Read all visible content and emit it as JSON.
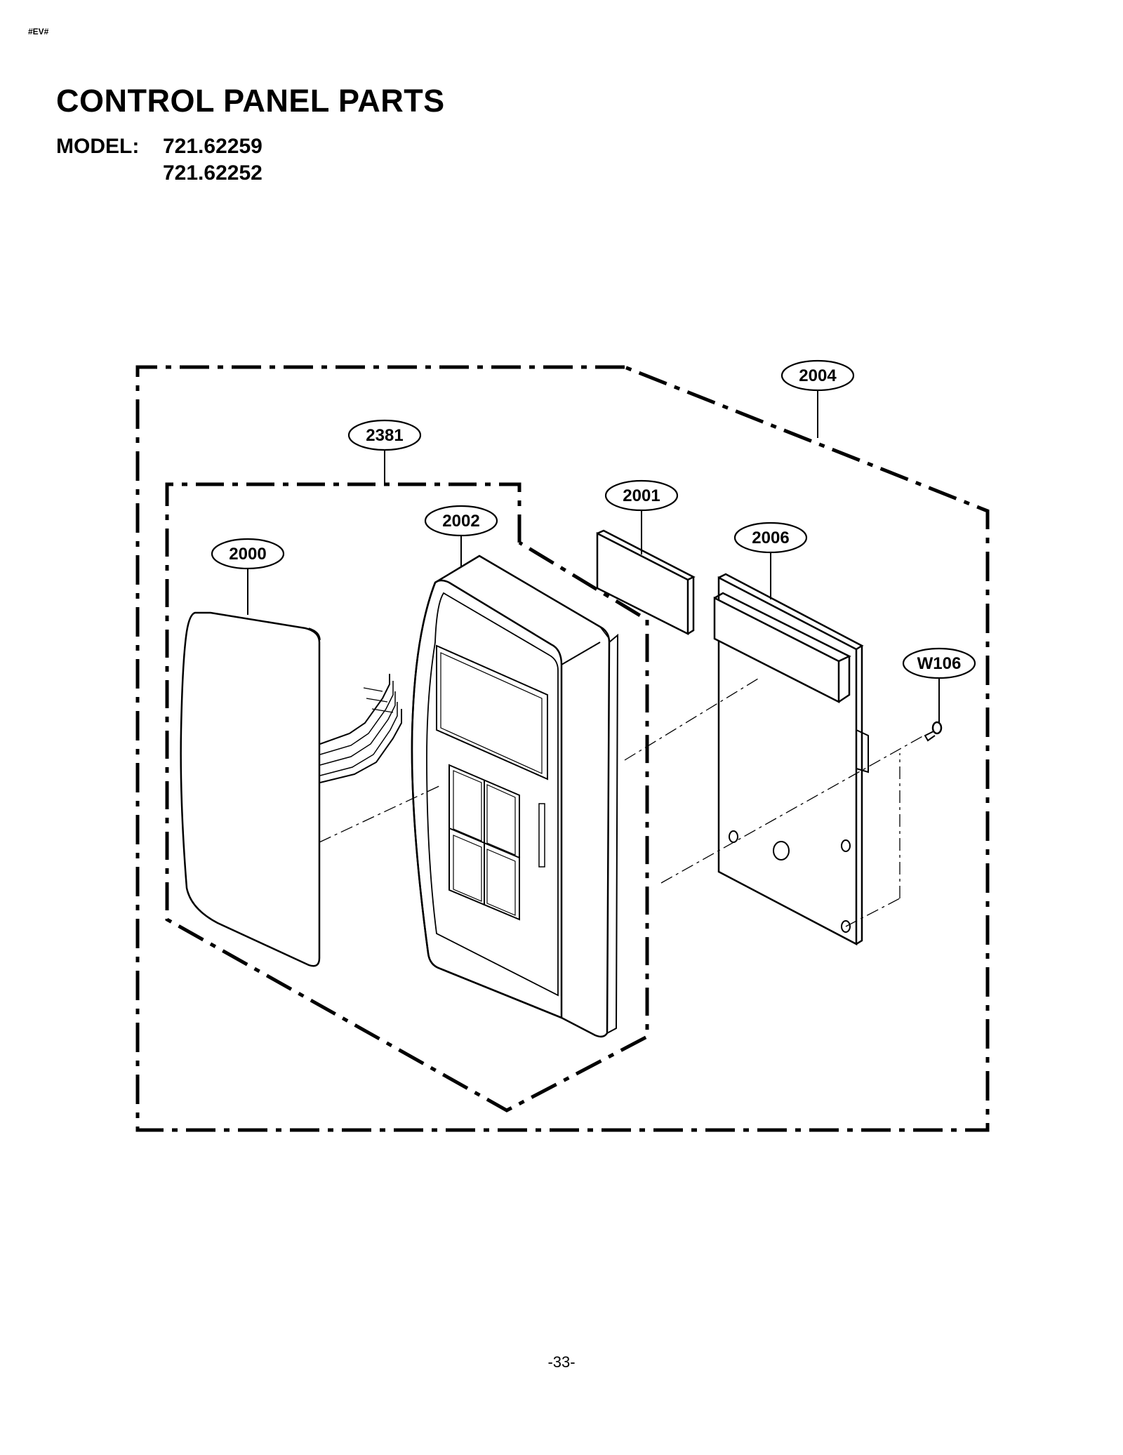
{
  "header": {
    "corner_tag": "#EV#",
    "title": "CONTROL PANEL PARTS",
    "model_label": "MODEL:",
    "models": [
      "721.62259",
      "721.62252"
    ]
  },
  "callouts": {
    "c2004": "2004",
    "c2381": "2381",
    "c2001": "2001",
    "c2002": "2002",
    "c2006": "2006",
    "c2000": "2000",
    "cW106": "W106"
  },
  "footer": {
    "page_number": "-33-"
  }
}
